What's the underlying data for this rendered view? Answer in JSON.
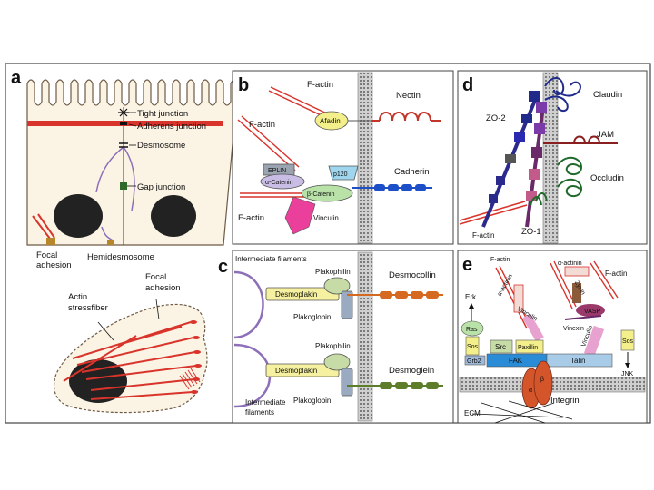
{
  "panels": {
    "a": {
      "letter": "a",
      "labels": {
        "tight_junction": "Tight junction",
        "adherens_junction": "Adherens junction",
        "desmosome": "Desmosome",
        "gap_junction": "Gap junction",
        "focal_adhesion": "Focal\nadhesion",
        "hemidesmosome": "Hemidesmosome",
        "focal_adhesion_2": "Focal\nadhesion",
        "actin_stressfiber": "Actin\nstressfiber"
      }
    },
    "b": {
      "letter": "b",
      "labels": {
        "factin_top": "F-actin",
        "factin_left": "F-actin",
        "factin_bottom": "F-actin",
        "afadin": "Afadin",
        "nectin": "Nectin",
        "eplin": "EPLIN",
        "alpha_catenin": "α-Catenin",
        "beta_catenin": "β-Catenin",
        "p120": "p120",
        "cadherin": "Cadherin",
        "vinculin": "Vinculin"
      }
    },
    "c": {
      "letter": "c",
      "labels": {
        "intermediate_top": "Intermediate filaments",
        "plakophilin_1": "Plakophilin",
        "desmocollin": "Desmocollin",
        "desmoplakin_1": "Desmoplakin",
        "plakoglobin_1": "Plakoglobin",
        "plakophilin_2": "Plakophilin",
        "desmoplakin_2": "Desmoplakin",
        "desmoglein": "Desmoglein",
        "plakoglobin_2": "Plakoglobin",
        "intermediate_bottom": "Intermediate\nfilaments"
      }
    },
    "d": {
      "letter": "d",
      "labels": {
        "zo2": "ZO-2",
        "claudin": "Claudin",
        "jam": "JAM",
        "occludin": "Occludin",
        "factin": "F-actin",
        "zo1": "ZO-1"
      }
    },
    "e": {
      "letter": "e",
      "labels": {
        "factin_1": "F-actin",
        "alpha_actinin_1": "α-actinin",
        "alpha_actinin_2": "α-actinin",
        "factin_2": "F-actin",
        "erk": "Erk",
        "vinculin_1": "Vinculin",
        "zyxin": "Zyxin",
        "vasp": "VASP",
        "ras": "Ras",
        "vinexin": "Vinexin",
        "vinculin_2": "Vinculin",
        "sos_1": "Sos",
        "src": "Src",
        "paxillin": "Paxillin",
        "sos_2": "Sos",
        "grb2": "Grb2",
        "fak": "FAK",
        "talin": "Talin",
        "jnk": "JNK",
        "integrin": "Integrin",
        "ecm": "ECM"
      }
    }
  },
  "colors": {
    "panel_border": "#444444",
    "actin_red": "#d9342b",
    "membrane_gray": "#888888",
    "afadin_yellow": "#f3ef8a",
    "eplin_gray": "#9aa3b0",
    "alpha_catenin_lilac": "#c9bde6",
    "beta_catenin_green": "#b9e2a8",
    "p120_blue": "#9fd6ee",
    "vinculin_pink": "#ea3f9a",
    "cadherin_blue": "#1d50c8",
    "nectin_red": "#c2362a",
    "desmocollin_orange": "#d5691f",
    "desmoglein_green": "#5d7d2a",
    "desmoplakin_yellow": "#f6f1a0",
    "plakophilin_green": "#c6dba5",
    "plakoglobin_gray": "#9aaac0",
    "intermediate_purple": "#8c6fb8",
    "claudin_navy": "#1f2a8a",
    "jam_red": "#8a1f1f",
    "occludin_green": "#1f6a2a",
    "zo2_navy": "#2a2a8c",
    "zo1_purple": "#6a2a6a",
    "fak_blue": "#2a8bd6",
    "talin_lightblue": "#a8cbe8",
    "integrin_orange": "#d4552a",
    "nucleus_black": "#222222"
  }
}
